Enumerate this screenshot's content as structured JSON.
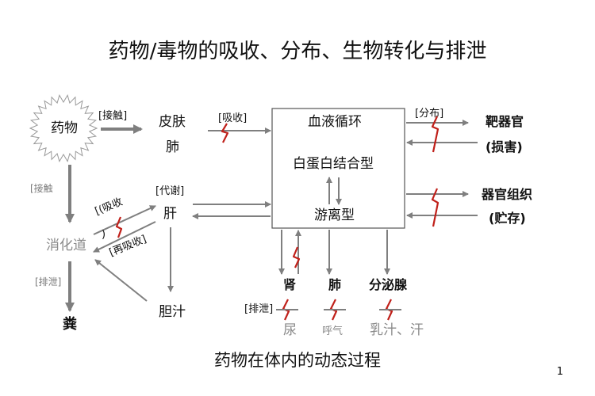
{
  "title": "药物/毒物的吸收、分布、生物转化与排泄",
  "caption": "药物在体内的动态过程",
  "page_number": "1",
  "nodes": {
    "drug": "药物",
    "skin": "皮肤",
    "lung_top": "肺",
    "blood": "血液循环",
    "albumin": "白蛋白结合型",
    "free": "游离型",
    "target": "靶器官",
    "damage": "(损害)",
    "tissue": "器官组织",
    "storage": "(贮存)",
    "gi": "消化道",
    "liver": "肝",
    "bile": "胆汁",
    "feces": "粪",
    "kidney": "肾",
    "lung_bottom": "肺",
    "glands": "分泌腺",
    "urine": "尿",
    "breath": "呼气",
    "milk_sweat": "乳汁、汗"
  },
  "labels": {
    "contact_top": "[接触]",
    "absorb": "[吸收]",
    "distribute": "[分布]",
    "contact_left": "[接触",
    "metabolize": "[代谢]",
    "excrete_left": "[排泄]",
    "reabsorb_a": "[(吸收",
    "reabsorb_b": ")",
    "reabsorb_c": "[再吸收]",
    "excrete_bottom": "[排泄]"
  },
  "colors": {
    "arrow": "#7f7f7f",
    "accent": "#c0201a",
    "box": "#555555"
  }
}
